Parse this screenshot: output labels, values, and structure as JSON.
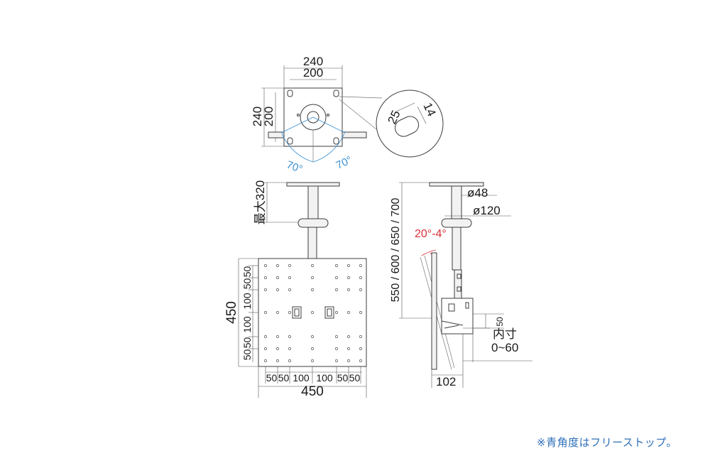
{
  "top_view": {
    "width_outer": "240",
    "width_inner": "200",
    "height_outer": "240",
    "height_inner": "200",
    "angle_left": "70°",
    "angle_right": "70°",
    "slot_w": "25",
    "slot_h": "14"
  },
  "front_view": {
    "max_extend": "最大320",
    "height": "450",
    "width": "450",
    "v_spacing": [
      "50",
      "50",
      "100",
      "100",
      "50",
      "50"
    ],
    "h_spacing": [
      "50",
      "50",
      "100",
      "100",
      "50",
      "50"
    ]
  },
  "side_view": {
    "pole_lengths": "550 / 600 / 650 / 700",
    "dia_pole": "ø48",
    "dia_flange": "ø120",
    "tilt": "20°-4°",
    "offset_small": "50",
    "inner_label": "内寸",
    "inner_range": "0~60",
    "depth": "102"
  },
  "footnote": "※青角度はフリーストップ。",
  "colors": {
    "accent_blue": "#3a8fd0",
    "accent_red": "#d8303a",
    "line": "#3c3c3c"
  }
}
